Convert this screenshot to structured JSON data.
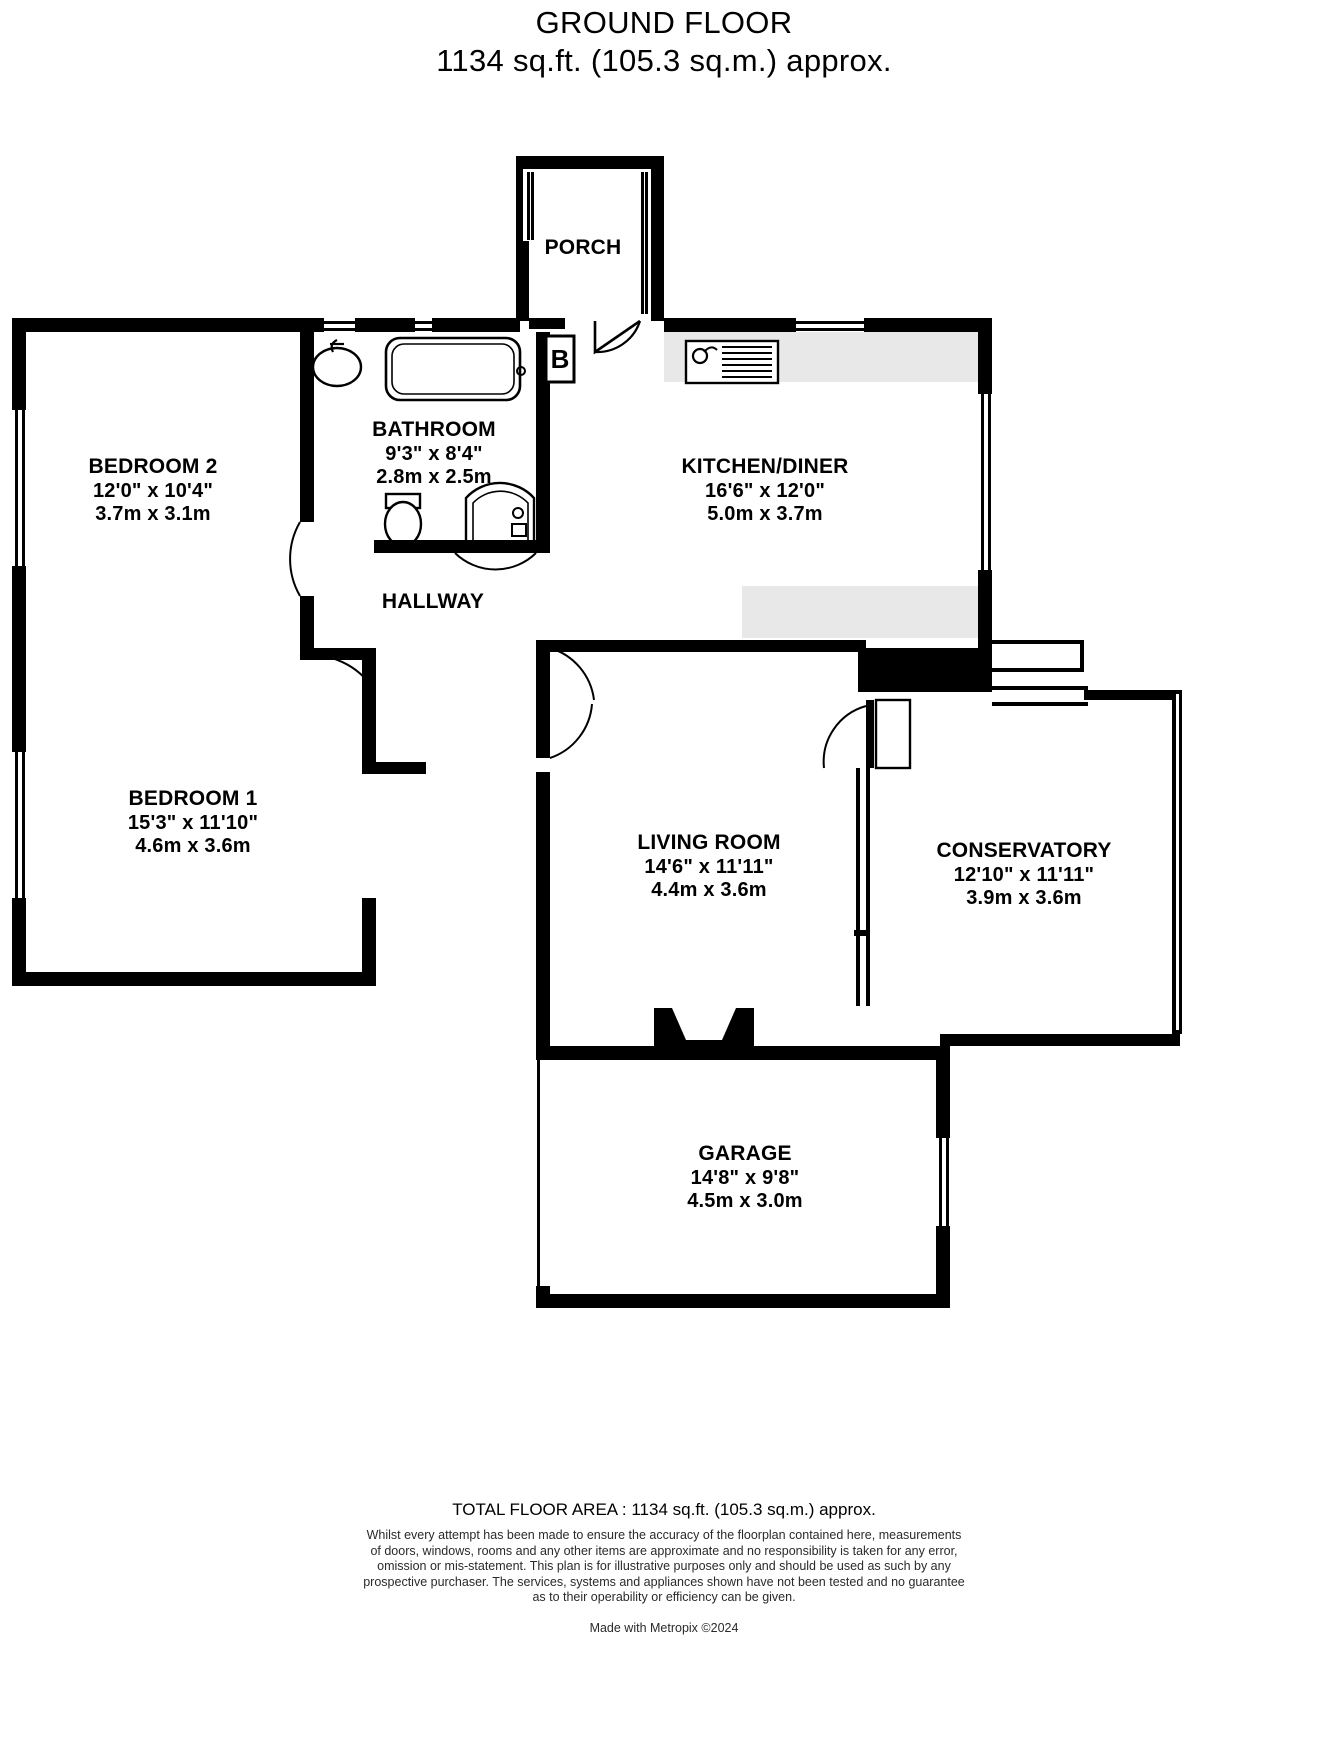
{
  "header": {
    "title": "GROUND FLOOR",
    "area": "1134 sq.ft. (105.3 sq.m.) approx."
  },
  "rooms": [
    {
      "id": "porch",
      "name": "PORCH",
      "imperial": "",
      "metric": ""
    },
    {
      "id": "bathroom",
      "name": "BATHROOM",
      "imperial": "9'3\"  x 8'4\"",
      "metric": "2.8m  x 2.5m"
    },
    {
      "id": "kitchen",
      "name": "KITCHEN/DINER",
      "imperial": "16'6\"  x 12'0\"",
      "metric": "5.0m  x 3.7m"
    },
    {
      "id": "bedroom2",
      "name": "BEDROOM 2",
      "imperial": "12'0\"  x 10'4\"",
      "metric": "3.7m  x 3.1m"
    },
    {
      "id": "hallway",
      "name": "HALLWAY",
      "imperial": "",
      "metric": ""
    },
    {
      "id": "bedroom1",
      "name": "BEDROOM 1",
      "imperial": "15'3\"  x 11'10\"",
      "metric": "4.6m  x 3.6m"
    },
    {
      "id": "livingroom",
      "name": "LIVING ROOM",
      "imperial": "14'6\"  x 11'11\"",
      "metric": "4.4m  x 3.6m"
    },
    {
      "id": "conservatory",
      "name": "CONSERVATORY",
      "imperial": "12'10\"  x 11'11\"",
      "metric": "3.9m  x 3.6m"
    },
    {
      "id": "garage",
      "name": "GARAGE",
      "imperial": "14'8\"  x 9'8\"",
      "metric": "4.5m  x 3.0m"
    }
  ],
  "markers": {
    "boiler": "B"
  },
  "footer": {
    "total": "TOTAL FLOOR AREA : 1134 sq.ft. (105.3 sq.m.) approx.",
    "disclaimer_lines": [
      "Whilst every attempt has been made to ensure the accuracy of the floorplan contained here, measurements",
      "of doors, windows, rooms and any other items are approximate and no responsibility is taken for any error,",
      "omission or mis-statement. This plan is for illustrative purposes only and should be used as such by any",
      "prospective purchaser. The services, systems and appliances shown have not been tested and no guarantee",
      "as to their operability or efficiency can be given."
    ],
    "made_with": "Made with Metropix ©2024"
  },
  "colors": {
    "wall": "#000000",
    "background": "#ffffff",
    "fixture_fill": "#e8e8e8",
    "text": "#000000"
  }
}
